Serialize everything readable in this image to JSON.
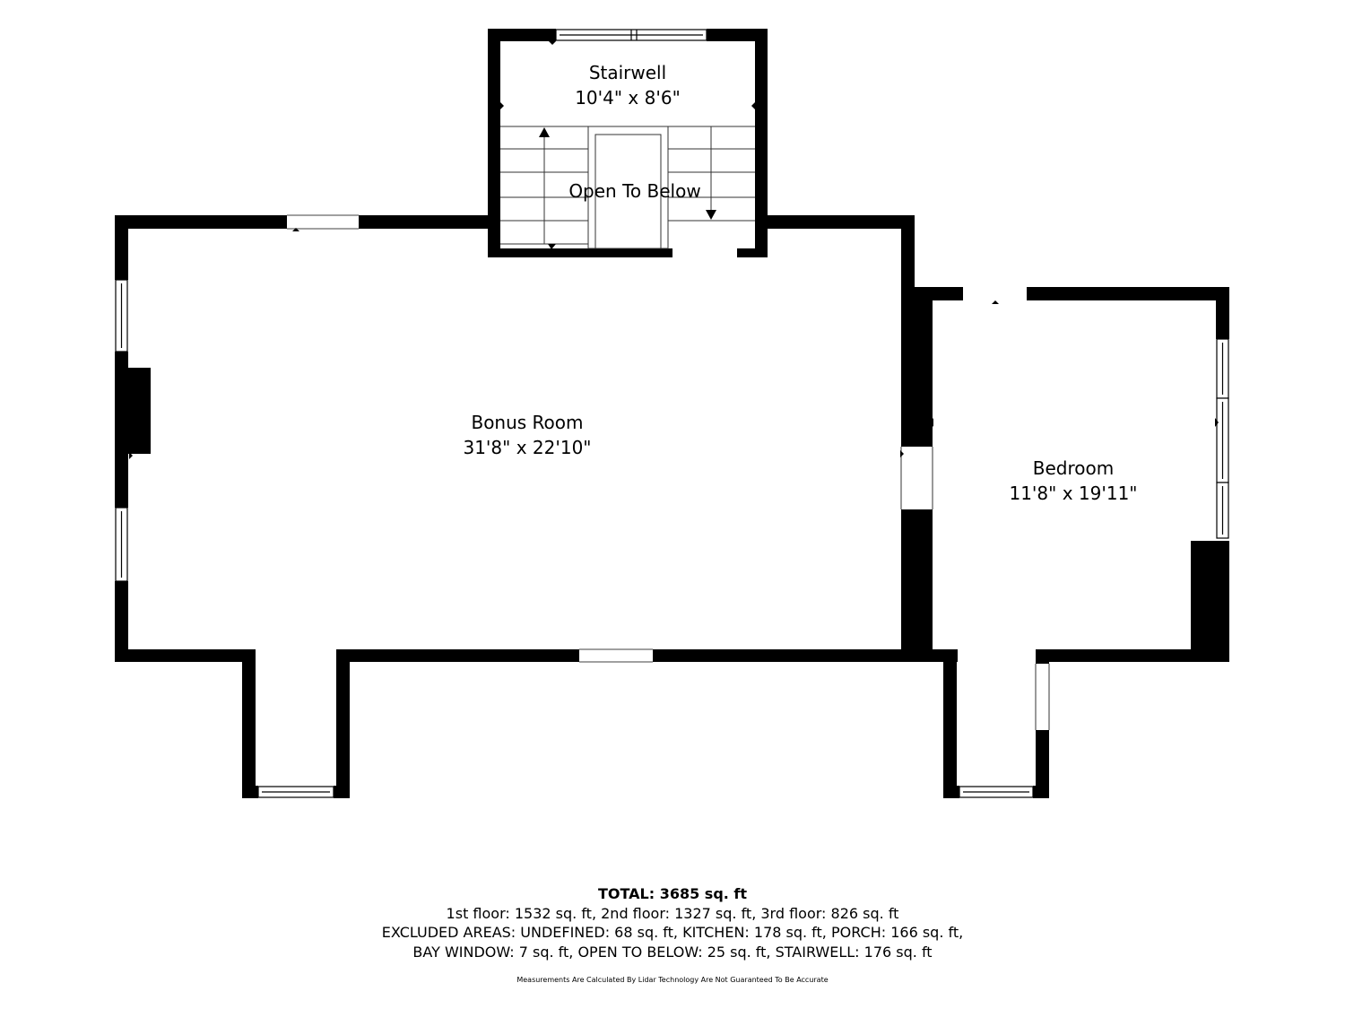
{
  "rooms": {
    "stairwell": {
      "name": "Stairwell",
      "dims": "10'4\" x 8'6\""
    },
    "bonus_room": {
      "name": "Bonus Room",
      "dims": "31'8\" x 22'10\""
    },
    "bedroom": {
      "name": "Bedroom",
      "dims": "11'8\" x 19'11\""
    },
    "open_to_below": {
      "name": "Open To Below"
    }
  },
  "summary": {
    "total": "TOTAL: 3685 sq. ft",
    "line1": "1st floor: 1532 sq. ft, 2nd floor: 1327 sq. ft, 3rd floor: 826 sq. ft",
    "line2": "EXCLUDED AREAS: UNDEFINED: 68 sq. ft, KITCHEN: 178 sq. ft, PORCH: 166 sq. ft,",
    "line3": "BAY WINDOW: 7 sq. ft, OPEN TO BELOW: 25 sq. ft, STAIRWELL: 176 sq. ft"
  },
  "disclaimer": "Measurements Are Calculated By Lidar Technology Are Not Guaranteed To Be Accurate",
  "colors": {
    "wall": "#000000",
    "background": "#ffffff",
    "fixture": "#333333"
  }
}
